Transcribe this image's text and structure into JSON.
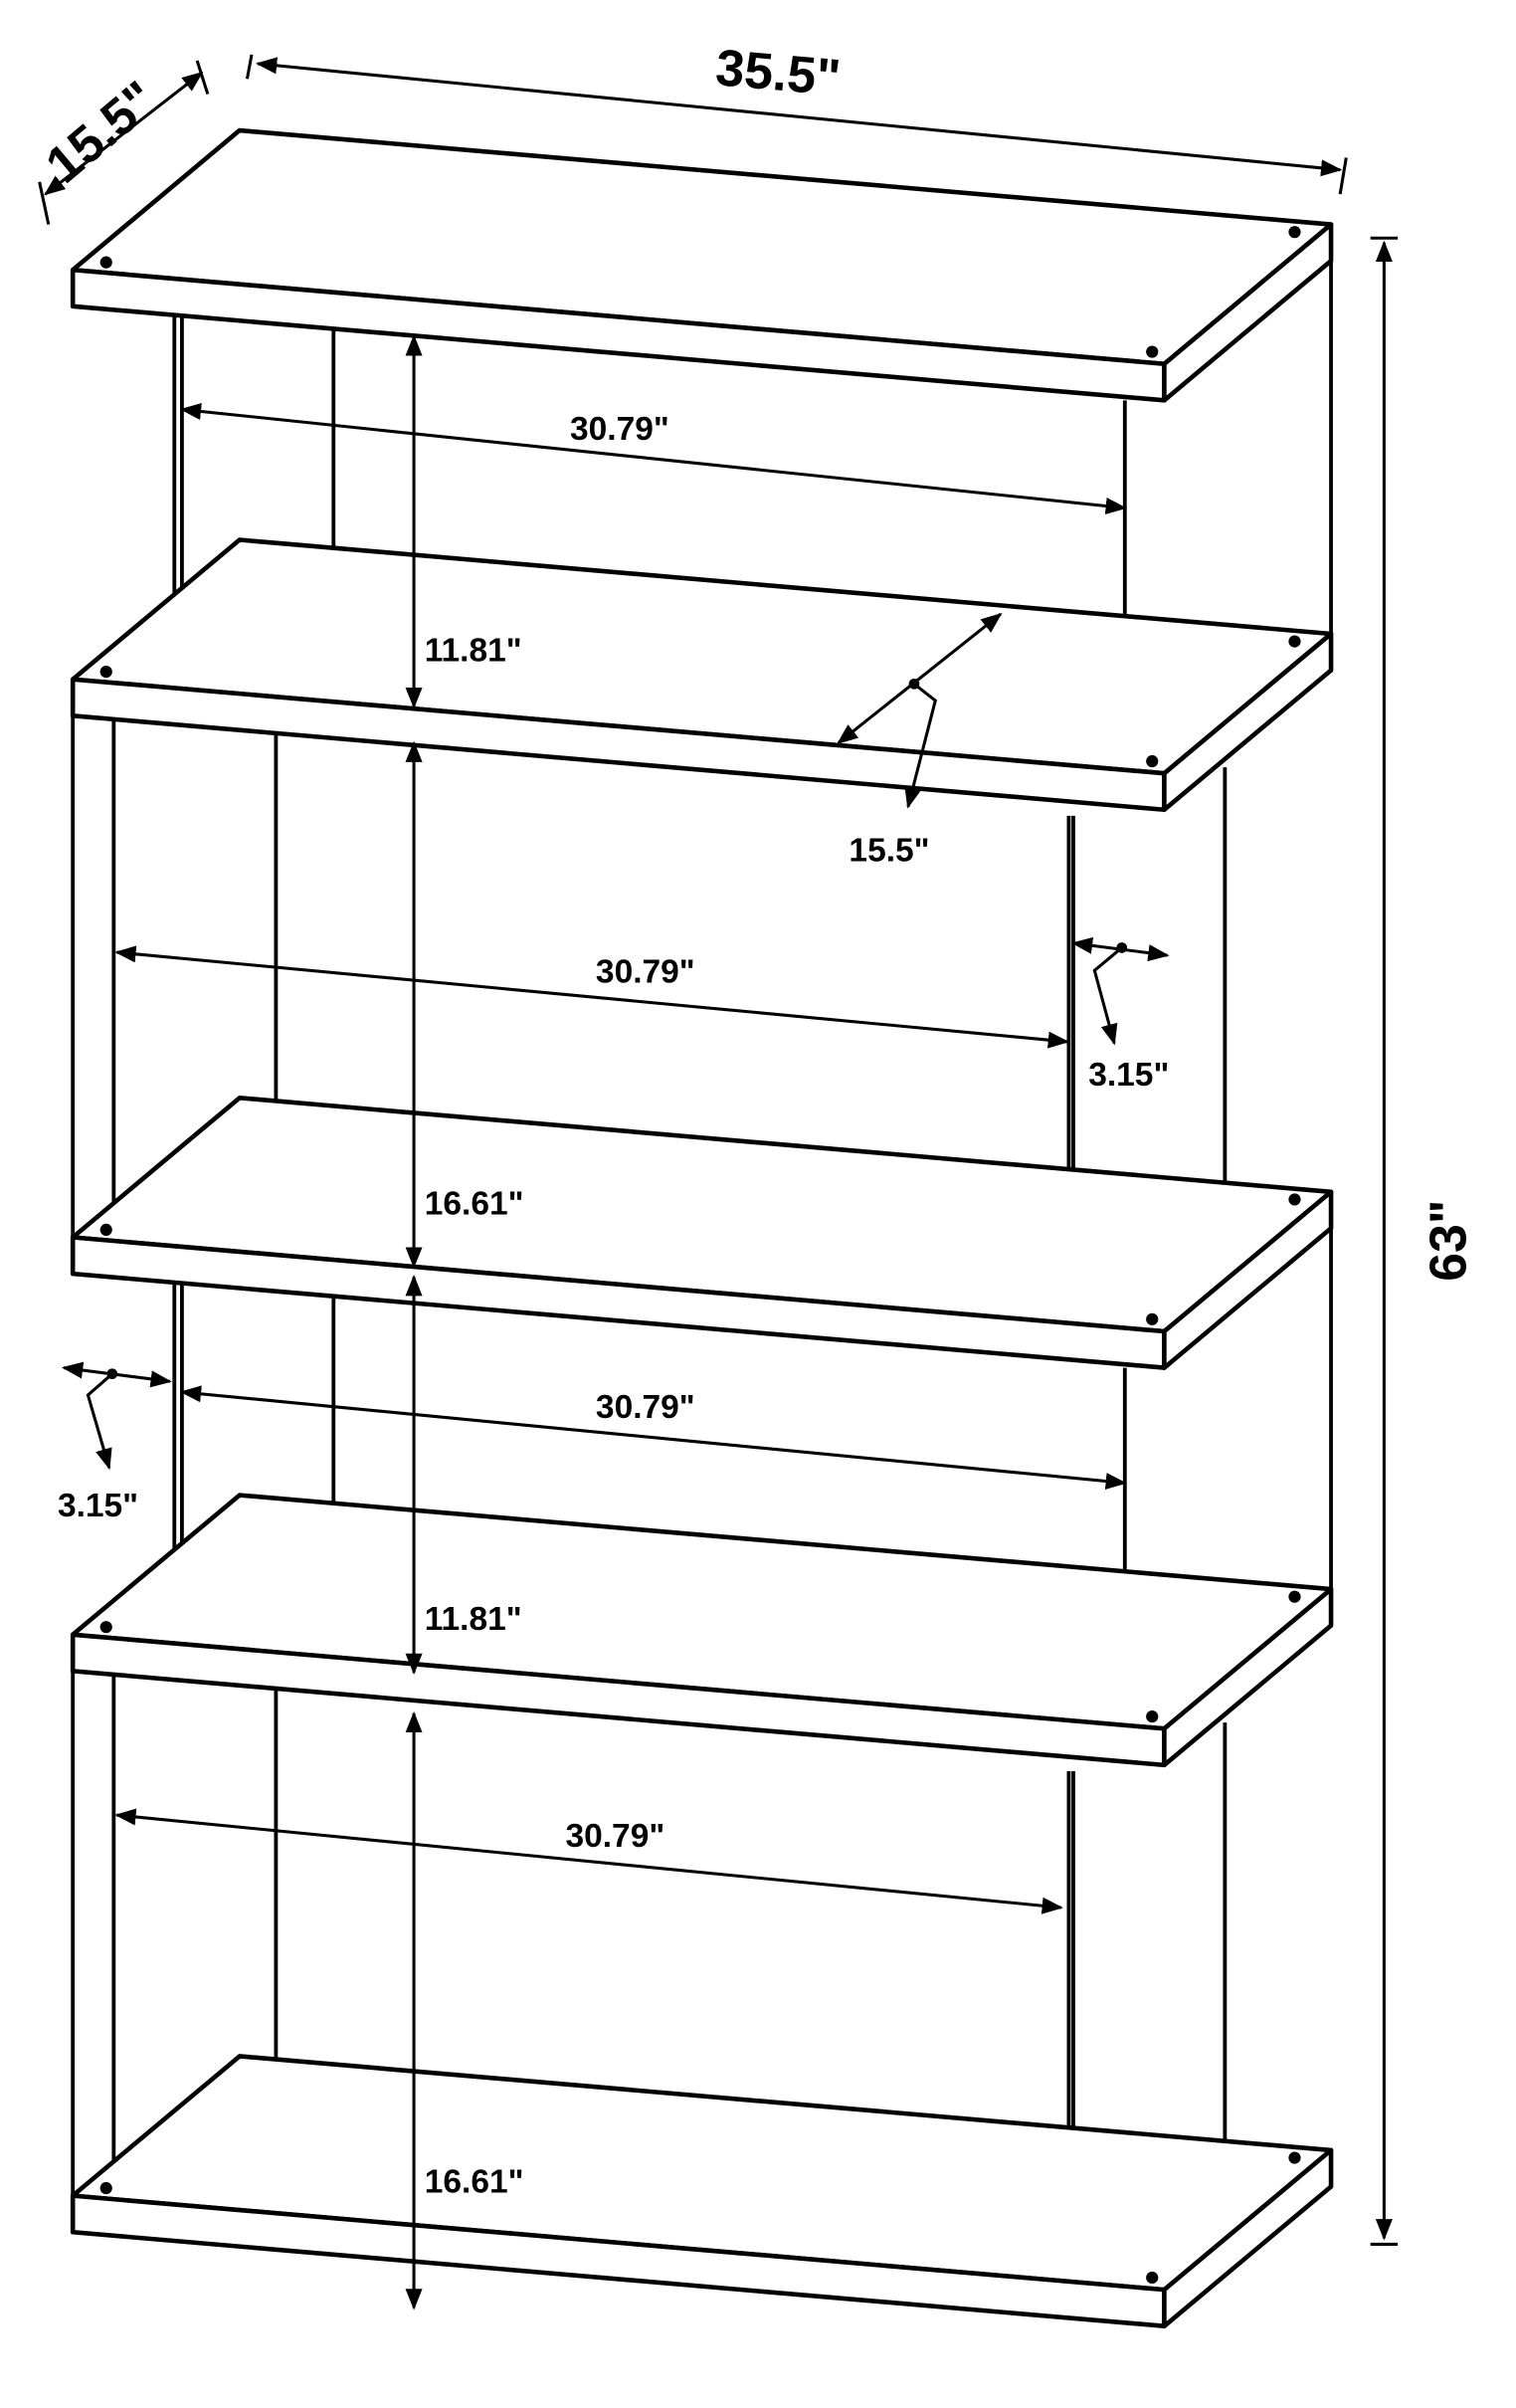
{
  "dimensions": {
    "overall_width": "35.5\"",
    "overall_depth": "15.5\"",
    "overall_height": "63\"",
    "inner_width_1": "30.79\"",
    "inner_width_2": "30.79\"",
    "inner_width_3": "30.79\"",
    "inner_width_4": "30.79\"",
    "cube_height_1": "11.81\"",
    "cube_height_2": "16.61\"",
    "cube_height_3": "11.81\"",
    "cube_height_4": "16.61\"",
    "shelf_depth": "15.5\"",
    "panel_thickness_right": "3.15\"",
    "panel_thickness_left": "3.15\""
  },
  "colors": {
    "line": "#000000",
    "background": "#ffffff"
  }
}
